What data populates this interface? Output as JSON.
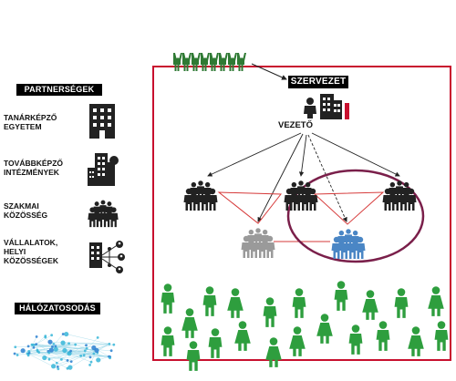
{
  "title_partnerships": "PARTNERSÉGEK",
  "partners": [
    {
      "label": "TANÁRKÉPZŐ EGYETEM",
      "icon": "university-building-icon"
    },
    {
      "label": "TOVÁBBKÉPZŐ INTÉZMÉNYEK",
      "icon": "training-institution-icon"
    },
    {
      "label": "SZAKMAI KÖZÖSSÉG",
      "icon": "professional-community-icon"
    },
    {
      "label": "VÁLLALATOK, HELYI KÖZÖSSÉGEK",
      "icon": "company-network-icon"
    }
  ],
  "title_networking": "HÁLÓZATOSODÁS",
  "organization_label": "SZERVEZET",
  "leader_label": "VEZETŐ",
  "colors": {
    "frame": "#c8102e",
    "ellipse": "#7a1f4a",
    "green": "#2e9e3e",
    "dark_green": "#2f7a34",
    "gray": "#9a9a9a",
    "blue": "#4a86c5",
    "black": "#222222",
    "network": "#38b6d8"
  }
}
